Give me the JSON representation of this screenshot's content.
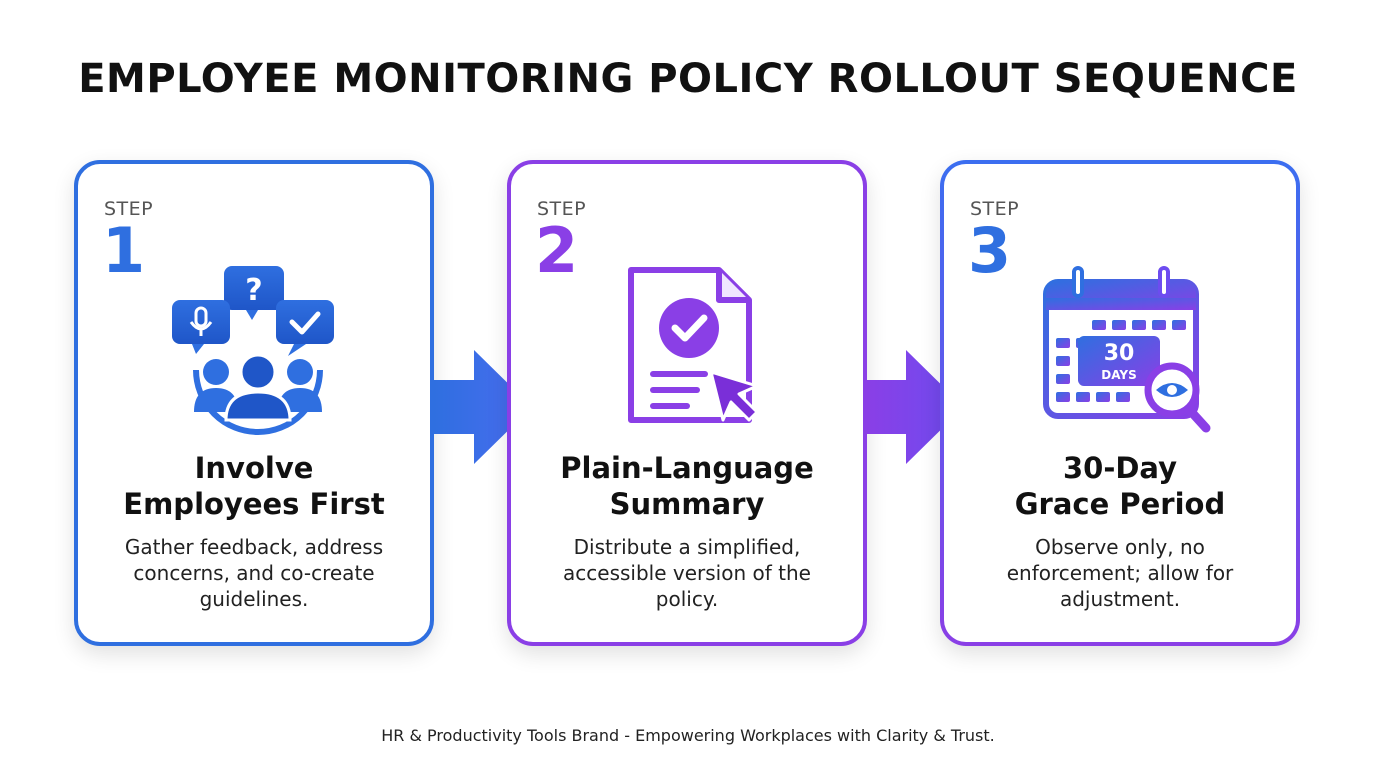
{
  "title": "EMPLOYEE MONITORING POLICY ROLLOUT SEQUENCE",
  "steps": [
    {
      "label": "STEP",
      "number": "1",
      "title_line1": "Involve",
      "title_line2": "Employees First",
      "desc_line1": "Gather feedback, address",
      "desc_line2": "concerns, and co-create",
      "desc_line3": "guidelines.",
      "icon": "feedback-group-icon"
    },
    {
      "label": "STEP",
      "number": "2",
      "title_line1": "Plain-Language",
      "title_line2": "Summary",
      "desc_line1": "Distribute a simplified,",
      "desc_line2": "accessible version of the",
      "desc_line3": "policy.",
      "icon": "approved-document-icon"
    },
    {
      "label": "STEP",
      "number": "3",
      "title_line1": "30-Day",
      "title_line2": "Grace Period",
      "desc_line1": "Observe only, no",
      "desc_line2": "enforcement; allow for",
      "desc_line3": "adjustment.",
      "icon": "calendar-magnifier-icon",
      "calendar_number": "30",
      "calendar_unit": "DAYS"
    }
  ],
  "footer": "HR & Productivity Tools Brand - Empowering Workplaces with Clarity & Trust.",
  "colors": {
    "blue": "#2f6fe0",
    "purple": "#8a3fe6"
  }
}
